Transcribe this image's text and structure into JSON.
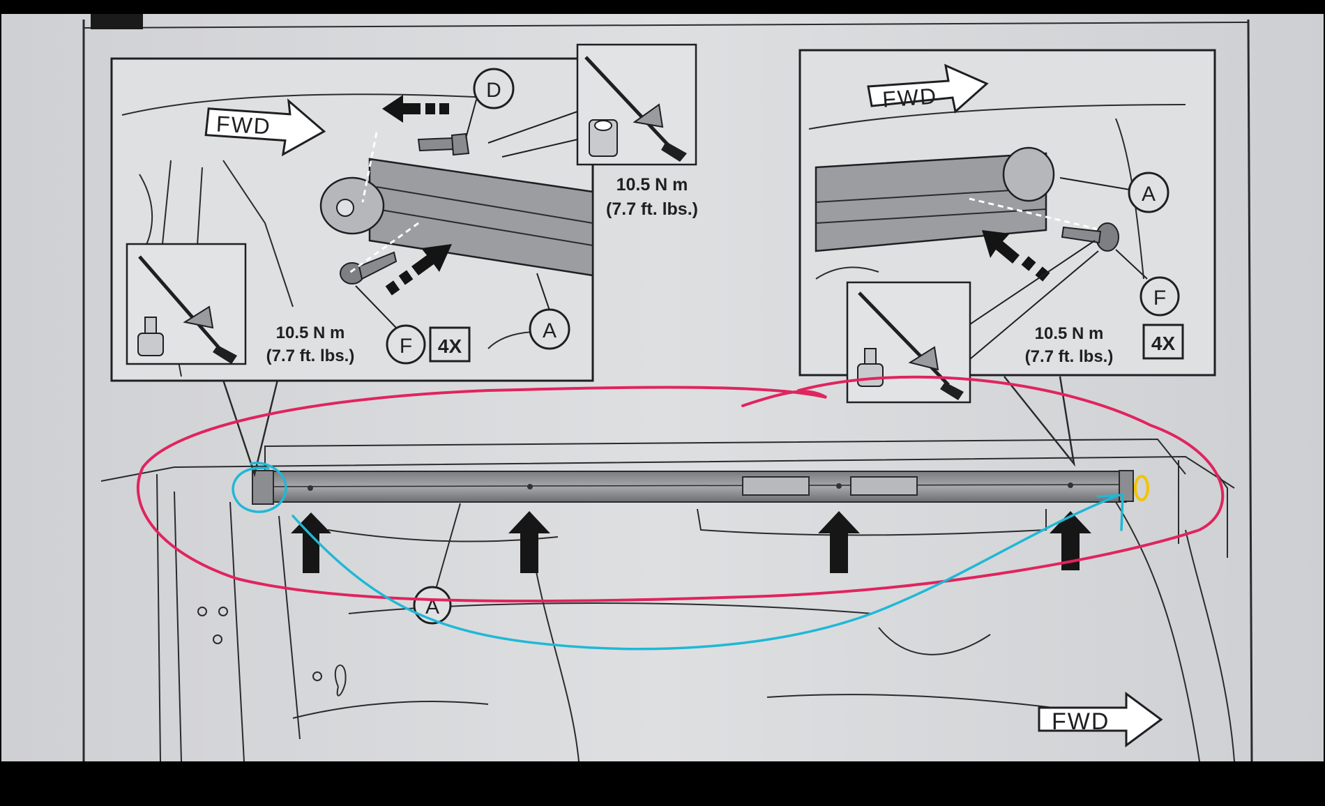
{
  "labels": {
    "fwd": "FWD",
    "part_a": "A",
    "part_d": "D",
    "part_f": "F",
    "qty": "4X"
  },
  "torque": {
    "nm": "10.5 N m",
    "ftlbs": "(7.7 ft. lbs.)"
  },
  "colors": {
    "paper": "#d9dadc",
    "line": "#1f1f22",
    "pink_annotation": "#e0245e",
    "cyan_annotation": "#1fb8d6",
    "yellow_annotation": "#f2c300"
  }
}
